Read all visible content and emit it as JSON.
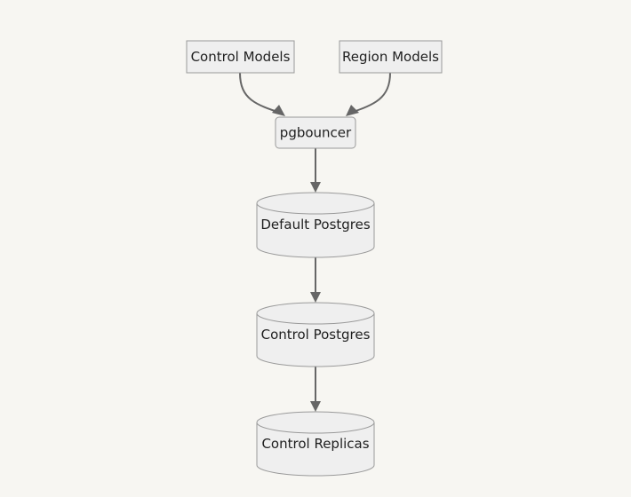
{
  "diagram": {
    "nodes": {
      "control_models": "Control Models",
      "region_models": "Region Models",
      "pgbouncer": "pgbouncer",
      "default_postgres": "Default Postgres",
      "control_postgres": "Control Postgres",
      "control_replicas": "Control Replicas"
    },
    "edges": [
      {
        "from": "Control Models",
        "to": "pgbouncer"
      },
      {
        "from": "Region Models",
        "to": "pgbouncer"
      },
      {
        "from": "pgbouncer",
        "to": "Default Postgres"
      },
      {
        "from": "Default Postgres",
        "to": "Control Postgres"
      },
      {
        "from": "Control Postgres",
        "to": "Control Replicas"
      }
    ],
    "colors": {
      "background": "#f7f6f2",
      "node_fill": "#efefef",
      "node_stroke": "#9a9a9a",
      "edge": "#666666"
    }
  }
}
